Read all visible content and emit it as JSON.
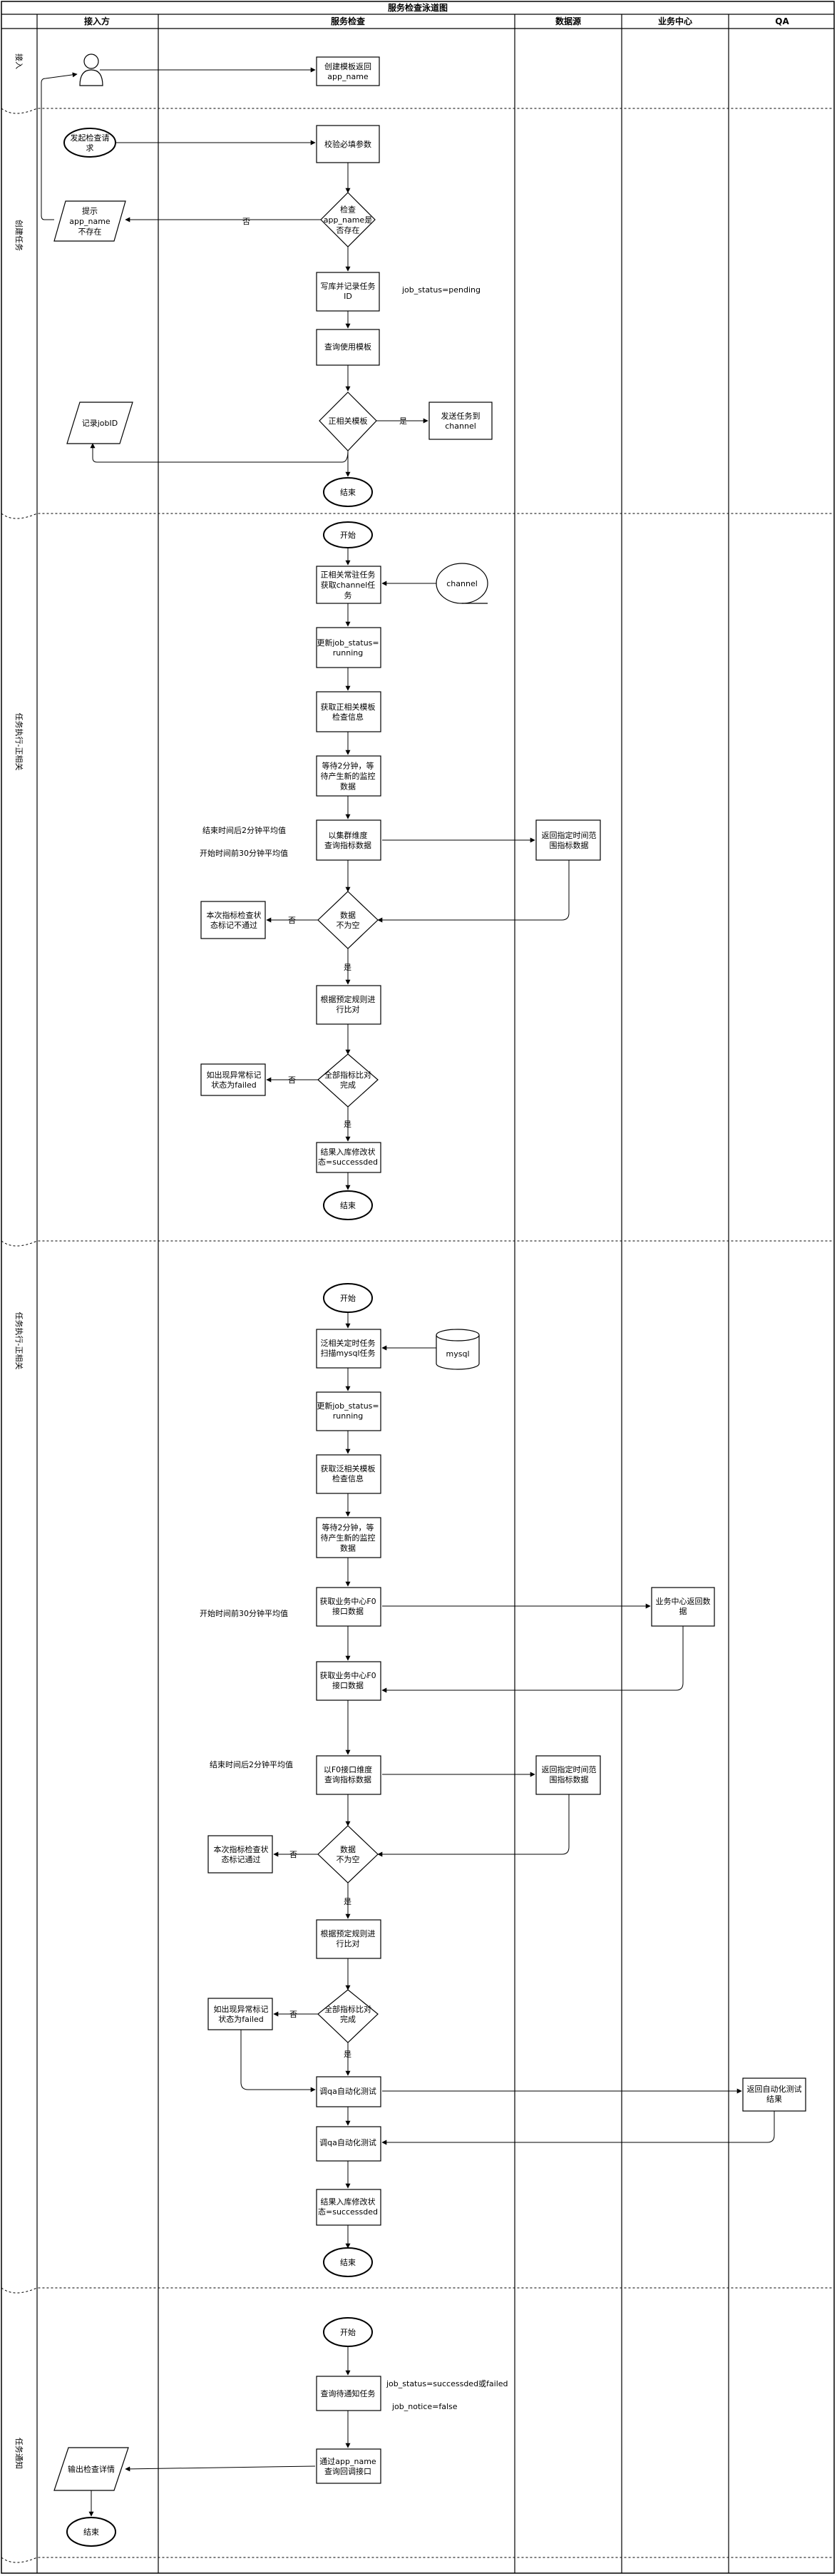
{
  "title": "服务检查泳道图",
  "lanes": [
    {
      "key": "access",
      "label": "接入方"
    },
    {
      "key": "service",
      "label": "服务检查"
    },
    {
      "key": "datasource",
      "label": "数据源"
    },
    {
      "key": "business",
      "label": "业务中心"
    },
    {
      "key": "qa",
      "label": "QA"
    }
  ],
  "phases": [
    {
      "key": "access",
      "label": "接入"
    },
    {
      "key": "create",
      "label": "创建任务"
    },
    {
      "key": "exec_normal",
      "label": "任务执行-正相关"
    },
    {
      "key": "exec_reverse",
      "label": "任务执行-正相关"
    },
    {
      "key": "notify",
      "label": "任务通知"
    }
  ],
  "nodes": {
    "n_actor": {
      "lines": []
    },
    "n_create_tpl": {
      "lines": [
        "创建模板返回",
        "app_name"
      ]
    },
    "n_start_check": {
      "lines": [
        "发起检查请",
        "求"
      ]
    },
    "n_validate": {
      "lines": [
        "校验必填参数"
      ]
    },
    "n_app_exists": {
      "lines": [
        "检查",
        "app_name是",
        "否存在"
      ]
    },
    "n_notexist": {
      "lines": [
        "提示",
        "app_name",
        "不存在"
      ]
    },
    "n_write_db": {
      "lines": [
        "写库并记录任务",
        "ID"
      ]
    },
    "n_query_tpl": {
      "lines": [
        "查询使用模板"
      ]
    },
    "n_is_normal": {
      "lines": [
        "正相关模板"
      ]
    },
    "n_send_channel": {
      "lines": [
        "发送任务到",
        "channel"
      ]
    },
    "n_record_jobid": {
      "lines": [
        "记录jobID"
      ]
    },
    "n_end1": {
      "lines": [
        "结束"
      ]
    },
    "n_start2": {
      "lines": [
        "开始"
      ]
    },
    "n_listen_channel": {
      "lines": [
        "正相关常驻任务",
        "获取channel任",
        "务"
      ]
    },
    "n_channel": {
      "lines": [
        "channel"
      ]
    },
    "n_update_running1": {
      "lines": [
        "更新job_status=",
        "running"
      ]
    },
    "n_get_check1": {
      "lines": [
        "获取正相关模板",
        "检查信息"
      ]
    },
    "n_wait1": {
      "lines": [
        "等待2分钟，等",
        "待产生新的监控",
        "数据"
      ]
    },
    "n_query_metrics1": {
      "lines": [
        "以集群维度",
        "查询指标数据"
      ]
    },
    "n_return_metrics1": {
      "lines": [
        "返回指定时间范",
        "围指标数据"
      ]
    },
    "n_data_notempty1": {
      "lines": [
        "数据",
        "不为空"
      ]
    },
    "n_skip1": {
      "lines": [
        "本次指标检查状",
        "态标记不通过"
      ]
    },
    "n_compare1": {
      "lines": [
        "根据预定规则进",
        "行比对"
      ]
    },
    "n_all_done1": {
      "lines": [
        "全部指标比对",
        "完成"
      ]
    },
    "n_failed1": {
      "lines": [
        "如出现异常标记",
        "状态为failed"
      ]
    },
    "n_success1": {
      "lines": [
        "结果入库修改状",
        "态=successded"
      ]
    },
    "n_end2": {
      "lines": [
        "结束"
      ]
    },
    "n_start3": {
      "lines": [
        "开始"
      ]
    },
    "n_scan_mysql": {
      "lines": [
        "泛相关定时任务",
        "扫描mysql任务"
      ]
    },
    "n_mysql": {
      "lines": [
        "mysql"
      ]
    },
    "n_update_running2": {
      "lines": [
        "更新job_status=",
        "running"
      ]
    },
    "n_get_check2": {
      "lines": [
        "获取泛相关模板",
        "检查信息"
      ]
    },
    "n_wait2": {
      "lines": [
        "等待2分钟，等",
        "待产生新的监控",
        "数据"
      ]
    },
    "n_get_biz_f0": {
      "lines": [
        "获取业务中心F0",
        "接口数据"
      ]
    },
    "n_biz_return": {
      "lines": [
        "业务中心返回数",
        "据"
      ]
    },
    "n_get_biz_f0_2": {
      "lines": [
        "获取业务中心F0",
        "接口数据"
      ]
    },
    "n_query_metrics2": {
      "lines": [
        "以F0接口维度",
        "查询指标数据"
      ]
    },
    "n_return_metrics2": {
      "lines": [
        "返回指定时间范",
        "围指标数据"
      ]
    },
    "n_data_notempty2": {
      "lines": [
        "数据",
        "不为空"
      ]
    },
    "n_skip2": {
      "lines": [
        "本次指标检查状",
        "态标记通过"
      ]
    },
    "n_compare2": {
      "lines": [
        "根据预定规则进",
        "行比对"
      ]
    },
    "n_all_done2": {
      "lines": [
        "全部指标比对",
        "完成"
      ]
    },
    "n_failed2": {
      "lines": [
        "如出现异常标记",
        "状态为failed"
      ]
    },
    "n_call_qa": {
      "lines": [
        "调qa自动化测试"
      ]
    },
    "n_qa_return": {
      "lines": [
        "返回自动化测试",
        "结果"
      ]
    },
    "n_call_qa2": {
      "lines": [
        "调qa自动化测试"
      ]
    },
    "n_success2": {
      "lines": [
        "结果入库修改状",
        "态=successded"
      ]
    },
    "n_end3": {
      "lines": [
        "结束"
      ]
    },
    "n_start4": {
      "lines": [
        "开始"
      ]
    },
    "n_query_notice": {
      "lines": [
        "查询待通知任务"
      ]
    },
    "n_call_back": {
      "lines": [
        "通过app_name",
        "查询回调接口"
      ]
    },
    "n_output": {
      "lines": [
        "输出检查详情"
      ]
    },
    "n_end4": {
      "lines": [
        "结束"
      ]
    }
  },
  "labels": {
    "no": "否",
    "yes": "是",
    "job_pending": "job_status=pending",
    "end_time_avg": "结束时间后2分钟平均值",
    "start_time_avg": "开始时间前30分钟平均值",
    "start_time_avg2": "开始时间前30分钟平均值",
    "end_time_avg2": "结束时间后2分钟平均值",
    "job_status_done": "job_status=successded或failed",
    "job_notice_false": "job_notice=false"
  }
}
